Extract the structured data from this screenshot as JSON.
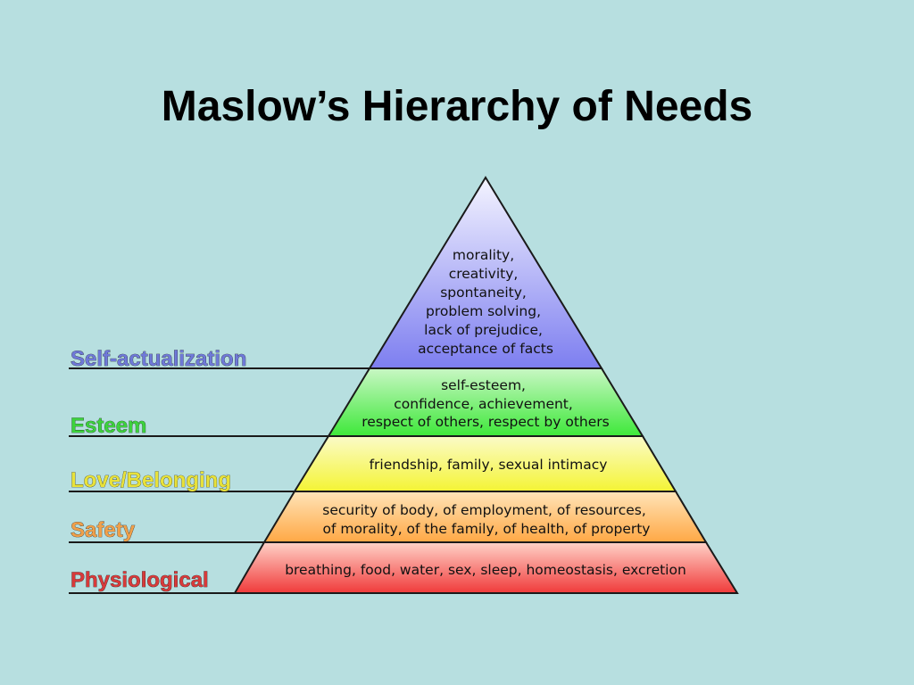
{
  "title": "Maslow’s Hierarchy of Needs",
  "levels": [
    {
      "key": "self_actualization",
      "name": "Self-actualization",
      "name_color": "#6f79d8",
      "lines": [
        "morality,",
        "creativity,",
        "spontaneity,",
        "problem solving,",
        "lack of prejudice,",
        "acceptance of facts"
      ]
    },
    {
      "key": "esteem",
      "name": "Esteem",
      "name_color": "#3dd23d",
      "lines": [
        "self-esteem,",
        "confidence, achievement,",
        "respect of others, respect by others"
      ]
    },
    {
      "key": "love_belonging",
      "name": "Love/Belonging",
      "name_color": "#e8e23a",
      "lines": [
        "friendship, family, sexual intimacy"
      ]
    },
    {
      "key": "safety",
      "name": "Safety",
      "name_color": "#f0a04a",
      "lines": [
        "security of body, of employment, of resources,",
        "of morality, of the family, of health, of property"
      ]
    },
    {
      "key": "physiological",
      "name": "Physiological",
      "name_color": "#d83a3a",
      "lines": [
        "breathing, food, water, sex, sleep, homeostasis, excretion"
      ]
    }
  ]
}
